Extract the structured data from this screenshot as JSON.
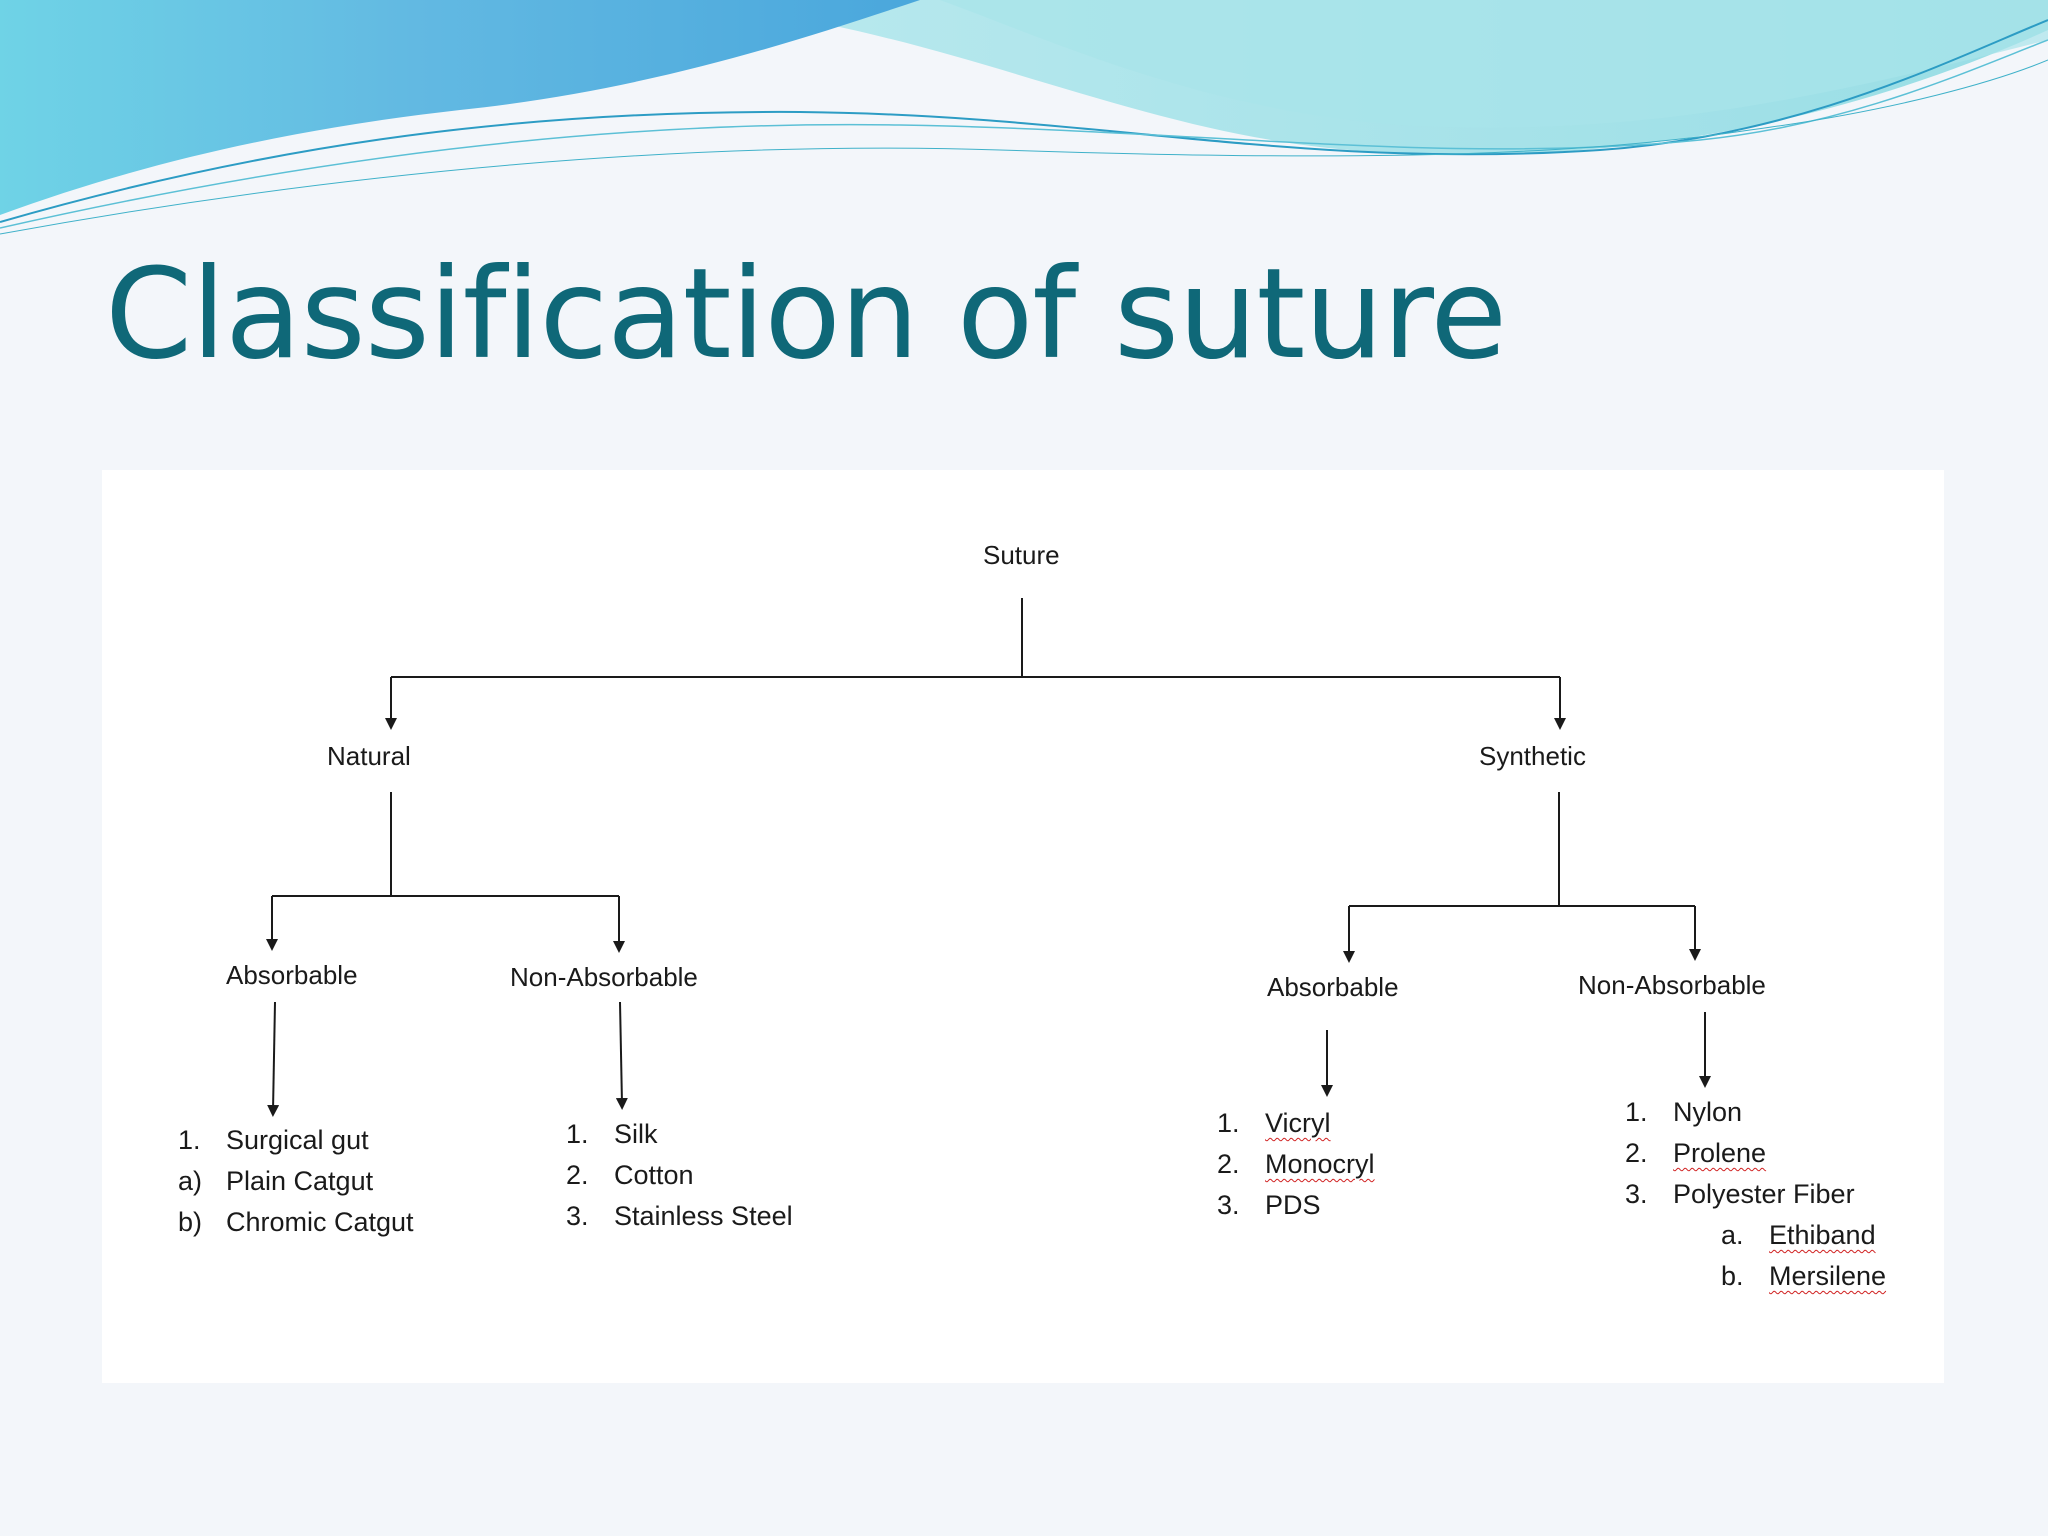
{
  "slide": {
    "title": "Classification of suture",
    "colors": {
      "title": "#0f6878",
      "wave_dark": "#3aa9d8",
      "wave_light": "#8fdbe3",
      "spellcheck": "#d02020"
    }
  },
  "diagram": {
    "root": "Suture",
    "natural": {
      "label": "Natural",
      "absorbable": {
        "label": "Absorbable",
        "items": [
          {
            "marker": "1.",
            "text": "Surgical gut"
          },
          {
            "marker": "a)",
            "text": "Plain Catgut"
          },
          {
            "marker": "b)",
            "text": "Chromic Catgut"
          }
        ]
      },
      "non_absorbable": {
        "label": "Non-Absorbable",
        "items": [
          {
            "marker": "1.",
            "text": "Silk"
          },
          {
            "marker": "2.",
            "text": "Cotton"
          },
          {
            "marker": "3.",
            "text": "Stainless Steel"
          }
        ]
      }
    },
    "synthetic": {
      "label": "Synthetic",
      "absorbable": {
        "label": "Absorbable",
        "items": [
          {
            "marker": "1.",
            "text": "Vicryl"
          },
          {
            "marker": "2.",
            "text": "Monocryl"
          },
          {
            "marker": "3.",
            "text": "PDS"
          }
        ]
      },
      "non_absorbable": {
        "label": "Non-Absorbable",
        "items": [
          {
            "marker": "1.",
            "text": "Nylon"
          },
          {
            "marker": "2.",
            "text": "Prolene"
          },
          {
            "marker": "3.",
            "text": "Polyester Fiber"
          },
          {
            "marker": "a.",
            "text": "Ethiband"
          },
          {
            "marker": "b.",
            "text": "Mersilene"
          }
        ]
      }
    }
  }
}
